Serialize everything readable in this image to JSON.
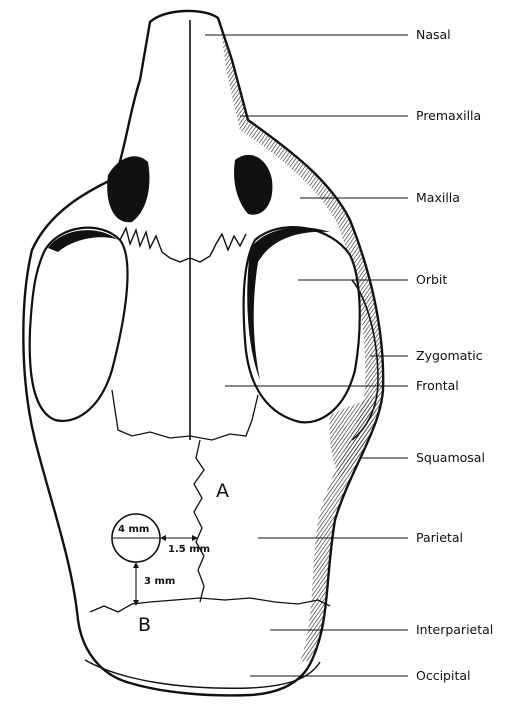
{
  "labels": {
    "nasal": "Nasal",
    "premaxilla": "Premaxilla",
    "maxilla": "Maxilla",
    "orbit": "Orbit",
    "zygomatic": "Zygomatic",
    "frontal": "Frontal",
    "squamosal": "Squamosal",
    "parietal": "Parietal",
    "interparietal": "Interparietal",
    "occipital": "Occipital"
  },
  "regions": {
    "a": "A",
    "b": "B"
  },
  "measurements": {
    "circle_diameter": "4 mm",
    "lateral_offset": "1.5 mm",
    "posterior_offset": "3 mm"
  }
}
